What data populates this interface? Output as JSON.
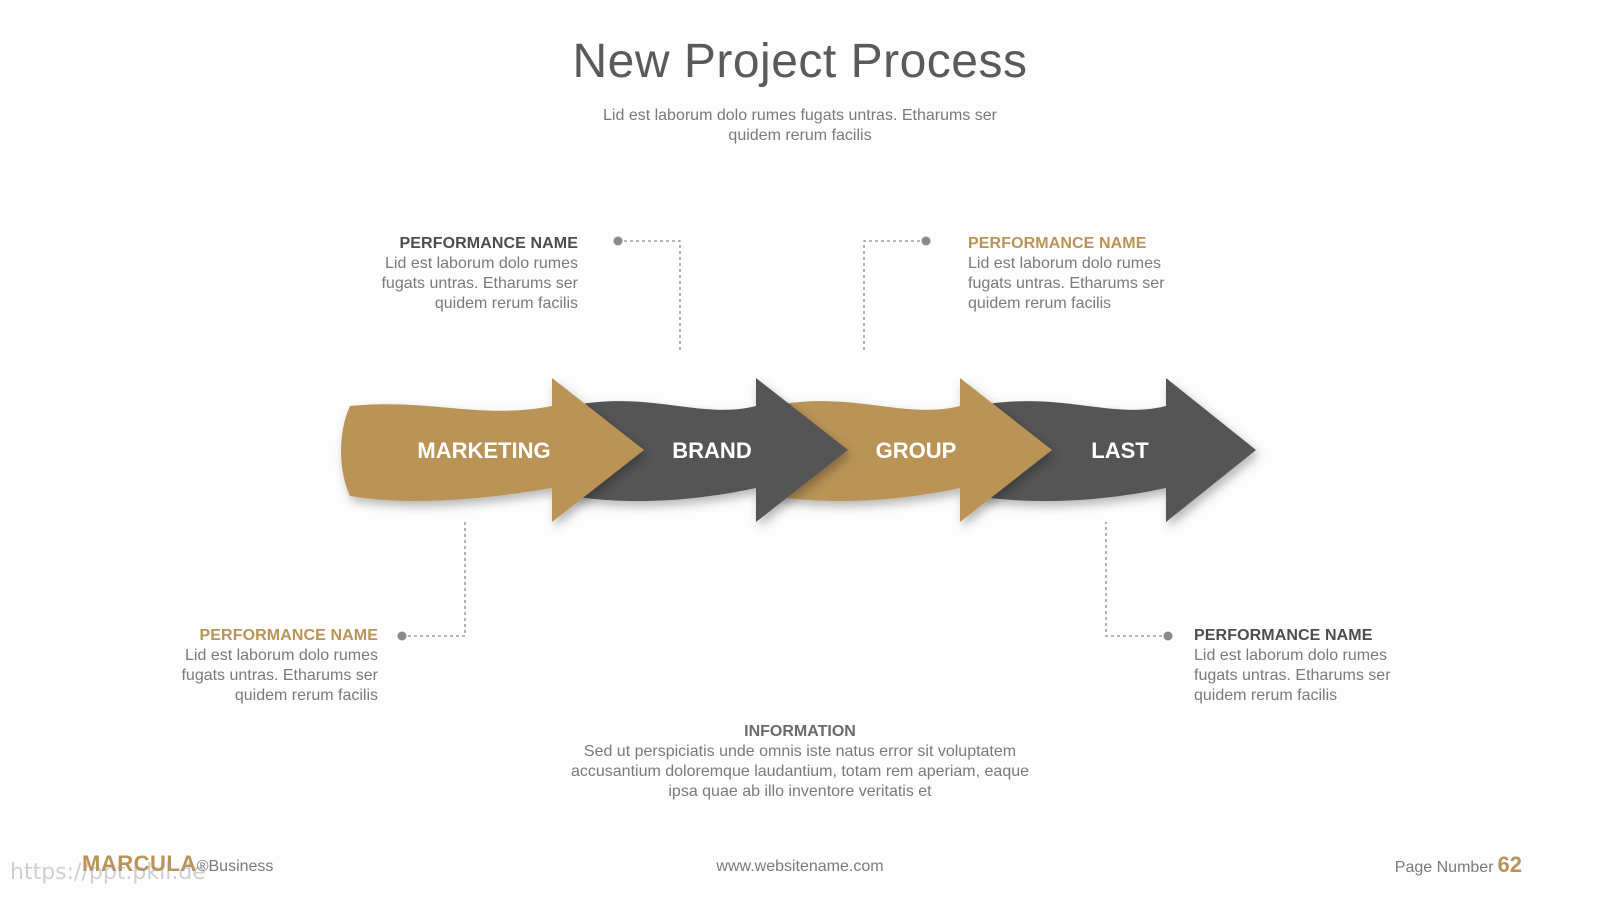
{
  "title": "New Project Process",
  "subtitle": "Lid est laborum dolo rumes fugats untras. Etharums ser quidem rerum facilis",
  "stages": [
    {
      "label": "MARKETING",
      "color": "#b99456"
    },
    {
      "label": "BRAND",
      "color": "#555555"
    },
    {
      "label": "GROUP",
      "color": "#b99456"
    },
    {
      "label": "LAST",
      "color": "#555555"
    }
  ],
  "callouts": [
    {
      "heading": "PERFORMANCE NAME",
      "body": "Lid est laborum dolo rumes fugats untras. Etharums ser quidem rerum facilis"
    },
    {
      "heading": "PERFORMANCE NAME",
      "body": "Lid est laborum dolo rumes fugats untras. Etharums ser quidem rerum facilis"
    },
    {
      "heading": "PERFORMANCE NAME",
      "body": "Lid est laborum dolo rumes fugats untras. Etharums ser quidem rerum facilis"
    },
    {
      "heading": "PERFORMANCE NAME",
      "body": "Lid est laborum dolo rumes fugats untras. Etharums ser quidem rerum facilis"
    }
  ],
  "information": {
    "heading": "INFORMATION",
    "body": "Sed ut perspiciatis unde omnis iste natus error sit voluptatem accusantium doloremque laudantium, totam rem aperiam, eaque ipsa quae ab illo inventore veritatis et"
  },
  "footer": {
    "brand": "MARCULA",
    "brand_suffix": "®Business",
    "website": "www.websitename.com",
    "page_label": "Page Number",
    "page_number": "62",
    "watermark": "https://ppt.pkll.de"
  },
  "colors": {
    "gold": "#b99456",
    "dark": "#555555"
  }
}
